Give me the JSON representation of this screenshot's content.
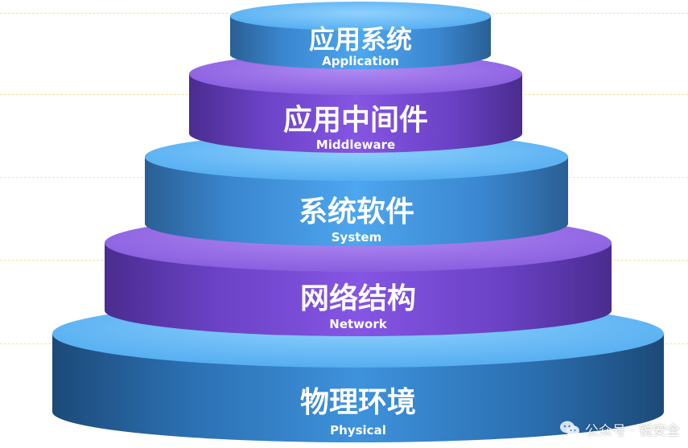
{
  "layers": [
    {
      "name_cn": "应用系统",
      "name_en": "Application",
      "color": "#4da3ea"
    },
    {
      "name_cn": "应用中间件",
      "name_en": "Middleware",
      "color": "#7a4fd8"
    },
    {
      "name_cn": "系统软件",
      "name_en": "System",
      "color": "#3d8fd6"
    },
    {
      "name_cn": "网络结构",
      "name_en": "Network",
      "color": "#7a4fd8"
    },
    {
      "name_cn": "物理环境",
      "name_en": "Physical",
      "color": "#2f78c2"
    }
  ],
  "watermark": {
    "text": "公众号 · 锐安全"
  }
}
